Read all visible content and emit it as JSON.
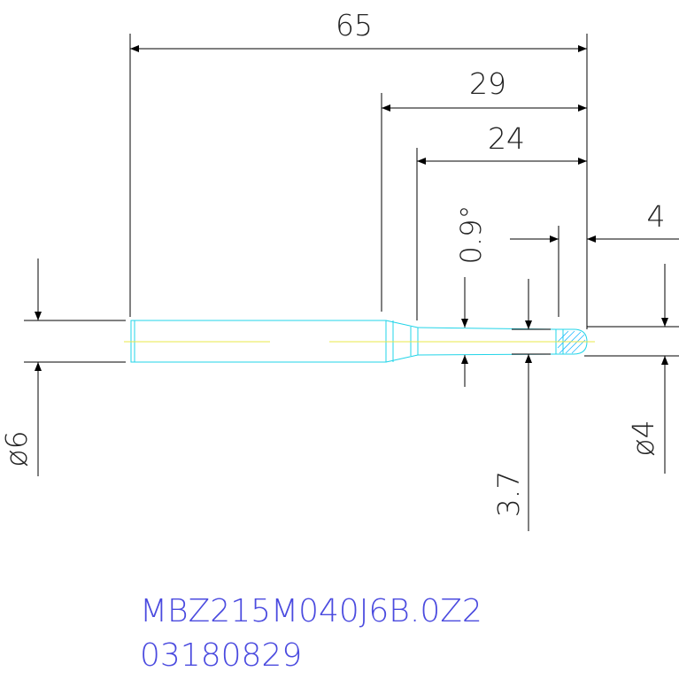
{
  "dimensions": {
    "overall_length": "65",
    "neck_length": "29",
    "flute_length": "24",
    "tip_length": "4",
    "neck_angle": "0.9°",
    "shank_diameter": "ø6",
    "neck_diameter": "3.7",
    "cutter_diameter": "ø4"
  },
  "part": {
    "model": "MBZ215M040J6B.0Z2",
    "serial": "03180829"
  },
  "colors": {
    "dimension_line": "#000000",
    "outline": "#22d4e8",
    "centerline": "#e8e84a",
    "hatch": "#22b8ff",
    "part_text": "#4a4adf"
  }
}
